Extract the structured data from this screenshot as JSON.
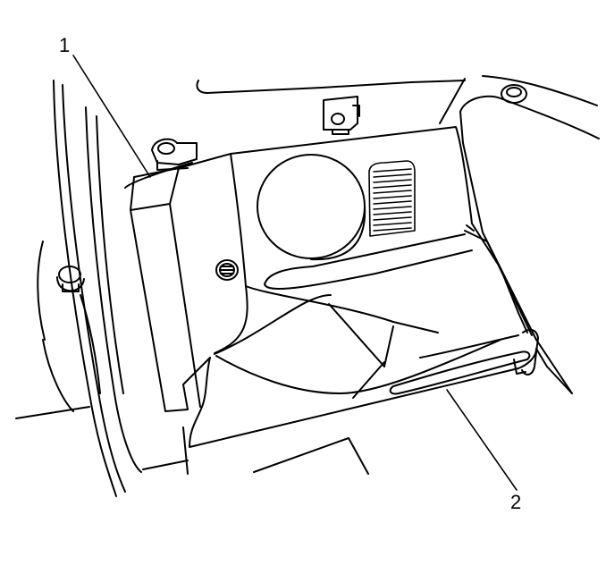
{
  "callouts": [
    {
      "id": "1",
      "text": "1"
    },
    {
      "id": "2",
      "text": "2"
    }
  ],
  "colors": {
    "line": "#000000",
    "background": "#ffffff"
  }
}
